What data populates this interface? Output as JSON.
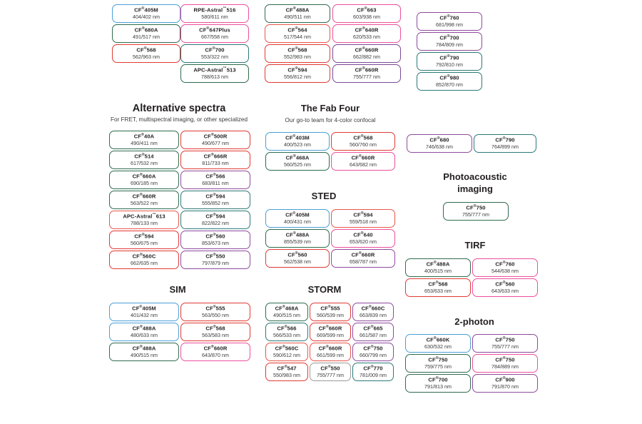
{
  "page": {
    "title": "Fluorescent dye selection chart",
    "brand_symbol": "®",
    "unit_suffix": "nm"
  },
  "colors": {
    "blue": "#4a9fd8",
    "green": "#2f6b4f",
    "teal": "#2b7a78",
    "red": "#e03a33",
    "crimson": "#cf2027",
    "salmon": "#e8564a",
    "magenta": "#e5399b",
    "pink": "#ec4f9c",
    "purple": "#8e4a9e",
    "violet": "#7b4a97",
    "grey": "#9a9a9a"
  },
  "sections": [
    {
      "id": "top-group",
      "title": "",
      "subtitle": "",
      "columns": [
        {
          "id": "top-col-1",
          "items": [
            {
              "name": "CF",
              "sup": "®",
              "code": "405M",
              "wl": "404/402 nm",
              "color": "#4a9fd8"
            },
            {
              "name": "CF",
              "sup": "®",
              "code": "680A",
              "wl": "491/517 nm",
              "color": "#2f6b4f"
            },
            {
              "name": "CF",
              "sup": "®",
              "code": "568",
              "wl": "562/963 nm",
              "color": "#e03a33"
            }
          ]
        },
        {
          "id": "top-col-2",
          "items": [
            {
              "name": "RPE-Astral",
              "sup": "™",
              "code": "516",
              "wl": "580/611 nm",
              "color": "#ec4f9c"
            },
            {
              "name": "CF",
              "sup": "®",
              "code": "647Plus",
              "wl": "667/558 nm",
              "color": "#ec4f9c"
            },
            {
              "name": "CF",
              "sup": "®",
              "code": "700",
              "wl": "553/322 nm",
              "color": "#2b7a78"
            },
            {
              "name": "APC-Astral",
              "sup": "™",
              "code": "513",
              "wl": "788/613 nm",
              "color": "#2f6b4f"
            }
          ]
        },
        {
          "id": "top-col-3",
          "items": [
            {
              "name": "CF",
              "sup": "®",
              "code": "488A",
              "wl": "490/511 nm",
              "color": "#2f6b4f"
            },
            {
              "name": "CF",
              "sup": "®",
              "code": "564",
              "wl": "517/544 nm",
              "color": "#e8564a"
            },
            {
              "name": "CF",
              "sup": "®",
              "code": "568",
              "wl": "552/983 nm",
              "color": "#e03a33"
            },
            {
              "name": "CF",
              "sup": "®",
              "code": "594",
              "wl": "556/812 nm",
              "color": "#e03a33"
            }
          ]
        },
        {
          "id": "top-col-4",
          "items": [
            {
              "name": "CF",
              "sup": "®",
              "code": "663",
              "wl": "603/938 nm",
              "color": "#ec4f9c"
            },
            {
              "name": "CF",
              "sup": "®",
              "code": "640R",
              "wl": "620/533 nm",
              "color": "#ec4f9c"
            },
            {
              "name": "CF",
              "sup": "®",
              "code": "660R",
              "wl": "662/882 nm",
              "color": "#7b4a97"
            },
            {
              "name": "CF",
              "sup": "®",
              "code": "660R",
              "wl": "755/777 nm",
              "color": "#7b4a97"
            }
          ]
        },
        {
          "id": "top-col-5",
          "items": [
            {
              "name": "CF",
              "sup": "®",
              "code": "760",
              "wl": "681/998 nm",
              "color": "#8e4a9e"
            },
            {
              "name": "CF",
              "sup": "®",
              "code": "700",
              "wl": "784/809 nm",
              "color": "#8e4a9e"
            },
            {
              "name": "CF",
              "sup": "®",
              "code": "790",
              "wl": "792/810 nm",
              "color": "#2b7a78"
            },
            {
              "name": "CF",
              "sup": "®",
              "code": "980",
              "wl": "852/870 nm",
              "color": "#2b7a78"
            }
          ]
        }
      ]
    },
    {
      "id": "alternative-spectra",
      "title": "Alternative spectra",
      "subtitle": "For FRET, multispectral imaging, or other specialized",
      "columns": [
        {
          "id": "alt-col-1",
          "items": [
            {
              "name": "CF",
              "sup": "®",
              "code": "40A",
              "wl": "490/411 nm",
              "color": "#2f6b4f"
            },
            {
              "name": "CF",
              "sup": "®",
              "code": "514",
              "wl": "617/532 nm",
              "color": "#2f6b4f"
            },
            {
              "name": "CF",
              "sup": "®",
              "code": "660A",
              "wl": "690/185 nm",
              "color": "#2f6b4f"
            },
            {
              "name": "CF",
              "sup": "®",
              "code": "660R",
              "wl": "563/522 nm",
              "color": "#2f6b4f"
            },
            {
              "name": "APC-Astral",
              "sup": "™",
              "code": "613",
              "wl": "788/133 nm",
              "color": "#e8564a"
            },
            {
              "name": "CF",
              "sup": "®",
              "code": "594",
              "wl": "560/675 nm",
              "color": "#e03a33"
            },
            {
              "name": "CF",
              "sup": "®",
              "code": "560C",
              "wl": "662/635 nm",
              "color": "#e03a33"
            }
          ]
        },
        {
          "id": "alt-col-2",
          "items": [
            {
              "name": "CF",
              "sup": "®",
              "code": "500R",
              "wl": "490/677 nm",
              "color": "#e03a33"
            },
            {
              "name": "CF",
              "sup": "®",
              "code": "666R",
              "wl": "811/733 nm",
              "color": "#e03a33"
            },
            {
              "name": "CF",
              "sup": "®",
              "code": "566",
              "wl": "683/811 nm",
              "color": "#8e4a9e"
            },
            {
              "name": "CF",
              "sup": "®",
              "code": "594",
              "wl": "555/852 nm",
              "color": "#2b7a78"
            },
            {
              "name": "CF",
              "sup": "®",
              "code": "594",
              "wl": "822/822 nm",
              "color": "#2b7a78"
            },
            {
              "name": "CF",
              "sup": "®",
              "code": "560",
              "wl": "853/673 nm",
              "color": "#8e4a9e"
            },
            {
              "name": "CF",
              "sup": "®",
              "code": "550",
              "wl": "797/879 nm",
              "color": "#8e4a9e"
            }
          ]
        }
      ]
    },
    {
      "id": "fab-four",
      "title": "The Fab Four",
      "subtitle": "Our go-to team for 4-color confocal",
      "columns": [
        {
          "id": "fab-col-1",
          "items": [
            {
              "name": "CF",
              "sup": "®",
              "code": "403M",
              "wl": "400/523 nm",
              "color": "#4a9fd8"
            },
            {
              "name": "CF",
              "sup": "®",
              "code": "468A",
              "wl": "560/525 nm",
              "color": "#2f6b4f"
            }
          ]
        },
        {
          "id": "fab-col-2",
          "items": [
            {
              "name": "CF",
              "sup": "®",
              "code": "568",
              "wl": "560/760 nm",
              "color": "#e03a33"
            },
            {
              "name": "CF",
              "sup": "®",
              "code": "660R",
              "wl": "643/682 nm",
              "color": "#ec4f9c"
            }
          ]
        }
      ]
    },
    {
      "id": "sted",
      "title": "STED",
      "subtitle": "",
      "columns": [
        {
          "id": "sted-col-1",
          "items": [
            {
              "name": "CF",
              "sup": "®",
              "code": "405M",
              "wl": "400/431 nm",
              "color": "#4a9fd8"
            },
            {
              "name": "CF",
              "sup": "®",
              "code": "488A",
              "wl": "855/539 nm",
              "color": "#2f6b4f"
            },
            {
              "name": "CF",
              "sup": "®",
              "code": "560",
              "wl": "562/538 nm",
              "color": "#e03a33"
            }
          ]
        },
        {
          "id": "sted-col-2",
          "items": [
            {
              "name": "CF",
              "sup": "®",
              "code": "594",
              "wl": "559/518 nm",
              "color": "#e8564a"
            },
            {
              "name": "CF",
              "sup": "®",
              "code": "640",
              "wl": "653/620 nm",
              "color": "#ec4f9c"
            },
            {
              "name": "CF",
              "sup": "®",
              "code": "660R",
              "wl": "658/787 nm",
              "color": "#8e4a9e"
            }
          ]
        }
      ]
    },
    {
      "id": "sim",
      "title": "SIM",
      "subtitle": "",
      "columns": [
        {
          "id": "sim-col-1",
          "items": [
            {
              "name": "CF",
              "sup": "®",
              "code": "405M",
              "wl": "401/432 nm",
              "color": "#4a9fd8"
            },
            {
              "name": "CF",
              "sup": "®",
              "code": "488A",
              "wl": "480/633 nm",
              "color": "#4a9fd8"
            },
            {
              "name": "CF",
              "sup": "®",
              "code": "488A",
              "wl": "490/515 nm",
              "color": "#2f6b4f"
            }
          ]
        },
        {
          "id": "sim-col-2",
          "items": [
            {
              "name": "CF",
              "sup": "®",
              "code": "555",
              "wl": "563/550 nm",
              "color": "#e03a33"
            },
            {
              "name": "CF",
              "sup": "®",
              "code": "568",
              "wl": "563/583 nm",
              "color": "#e03a33"
            },
            {
              "name": "CF",
              "sup": "®",
              "code": "660R",
              "wl": "643/870 nm",
              "color": "#ec4f9c"
            }
          ]
        }
      ]
    },
    {
      "id": "storm",
      "title": "STORM",
      "subtitle": "",
      "columns": [
        {
          "id": "storm-col-1",
          "items": [
            {
              "name": "CF",
              "sup": "®",
              "code": "468A",
              "wl": "490/515 nm",
              "color": "#2f6b4f"
            },
            {
              "name": "CF",
              "sup": "®",
              "code": "566",
              "wl": "566/533 nm",
              "color": "#2b7a78"
            },
            {
              "name": "CF",
              "sup": "®",
              "code": "560C",
              "wl": "590/612 nm",
              "color": "#e8564a"
            },
            {
              "name": "CF",
              "sup": "®",
              "code": "547",
              "wl": "550/983 nm",
              "color": "#e03a33"
            }
          ]
        },
        {
          "id": "storm-col-2",
          "items": [
            {
              "name": "CF",
              "sup": "®",
              "code": "555",
              "wl": "560/539 nm",
              "color": "#e03a33"
            },
            {
              "name": "CF",
              "sup": "®",
              "code": "660R",
              "wl": "669/599 nm",
              "color": "#e03a33"
            },
            {
              "name": "CF",
              "sup": "®",
              "code": "660R",
              "wl": "661/599 nm",
              "color": "#e8564a"
            },
            {
              "name": "CF",
              "sup": "®",
              "code": "550",
              "wl": "755/777 nm",
              "color": "#9a9a9a"
            }
          ]
        },
        {
          "id": "storm-col-3",
          "items": [
            {
              "name": "CF",
              "sup": "®",
              "code": "660C",
              "wl": "663/839 nm",
              "color": "#8e4a9e"
            },
            {
              "name": "CF",
              "sup": "®",
              "code": "665",
              "wl": "661/587 nm",
              "color": "#8e4a9e"
            },
            {
              "name": "CF",
              "sup": "®",
              "code": "750",
              "wl": "660/799 nm",
              "color": "#8e4a9e"
            },
            {
              "name": "CF",
              "sup": "®",
              "code": "770",
              "wl": "781/009 nm",
              "color": "#2b7a78"
            }
          ]
        }
      ]
    },
    {
      "id": "photoacoustic",
      "title": "Photoacoustic imaging",
      "subtitle": "",
      "columns": [
        {
          "id": "pa-col-1",
          "items": [
            {
              "name": "CF",
              "sup": "®",
              "code": "750",
              "wl": "755/777 nm",
              "color": "#2f6b4f"
            }
          ]
        }
      ]
    },
    {
      "id": "nir-pair",
      "title": "",
      "subtitle": "",
      "columns": [
        {
          "id": "nir-col-1",
          "items": [
            {
              "name": "CF",
              "sup": "®",
              "code": "680",
              "wl": "746/638 nm",
              "color": "#8e4a9e"
            }
          ]
        },
        {
          "id": "nir-col-2",
          "items": [
            {
              "name": "CF",
              "sup": "®",
              "code": "790",
              "wl": "764/899 nm",
              "color": "#2b7a78"
            }
          ]
        }
      ]
    },
    {
      "id": "tirf",
      "title": "TIRF",
      "subtitle": "",
      "columns": [
        {
          "id": "tirf-col-1",
          "items": [
            {
              "name": "CF",
              "sup": "®",
              "code": "488A",
              "wl": "400/515 nm",
              "color": "#2f6b4f"
            },
            {
              "name": "CF",
              "sup": "®",
              "code": "568",
              "wl": "653/633 nm",
              "color": "#e03a33"
            }
          ]
        },
        {
          "id": "tirf-col-2",
          "items": [
            {
              "name": "CF",
              "sup": "®",
              "code": "760",
              "wl": "544/638 nm",
              "color": "#ec4f9c"
            },
            {
              "name": "CF",
              "sup": "®",
              "code": "560",
              "wl": "643/633 nm",
              "color": "#ec4f9c"
            }
          ]
        }
      ]
    },
    {
      "id": "two-photon",
      "title": "2-photon",
      "subtitle": "",
      "columns": [
        {
          "id": "tp-col-1",
          "items": [
            {
              "name": "CF",
              "sup": "®",
              "code": "660K",
              "wl": "630/532 nm",
              "color": "#4a9fd8"
            },
            {
              "name": "CF",
              "sup": "®",
              "code": "750",
              "wl": "759/775 nm",
              "color": "#2f6b4f"
            },
            {
              "name": "CF",
              "sup": "®",
              "code": "700",
              "wl": "791/813 nm",
              "color": "#2f6b4f"
            }
          ]
        },
        {
          "id": "tp-col-2",
          "items": [
            {
              "name": "CF",
              "sup": "®",
              "code": "750",
              "wl": "755/777 nm",
              "color": "#8e4a9e"
            },
            {
              "name": "CF",
              "sup": "®",
              "code": "750",
              "wl": "784/889 nm",
              "color": "#ec4f9c"
            },
            {
              "name": "CF",
              "sup": "®",
              "code": "900",
              "wl": "791/870 nm",
              "color": "#8e4a9e"
            }
          ]
        }
      ]
    }
  ],
  "headings": {
    "alternative_spectra": {
      "title": "Alternative spectra",
      "subtitle": "For FRET, multispectral imaging, or other specialized"
    },
    "fab_four": {
      "title": "The Fab Four",
      "subtitle": "Our go-to team for 4-color confocal"
    },
    "sted": {
      "title": "STED"
    },
    "sim": {
      "title": "SIM"
    },
    "storm": {
      "title": "STORM"
    },
    "photoacoustic_line1": {
      "title": "Photoacoustic"
    },
    "photoacoustic_line2": {
      "title": "imaging"
    },
    "tirf": {
      "title": "TIRF"
    },
    "two_photon": {
      "title": "2-photon"
    }
  },
  "layout": {
    "pill_width": 85,
    "pill_height": 26,
    "row_gap": 28,
    "columns_x": {
      "top1": 157,
      "top2": 249,
      "top3": 371,
      "top4": 462,
      "top5": 584,
      "alt1": 158,
      "alt2": 251,
      "fab1": 372,
      "fab2": 463,
      "sted1": 372,
      "sted2": 463,
      "sim1": 158,
      "sim2": 251,
      "storm1": 374,
      "storm2": 435,
      "storm3": 489,
      "pa1": 621,
      "nir1": 570,
      "nir2": 664,
      "tirf1": 568,
      "tirf2": 662,
      "tp1": 568,
      "tp2": 662
    }
  }
}
